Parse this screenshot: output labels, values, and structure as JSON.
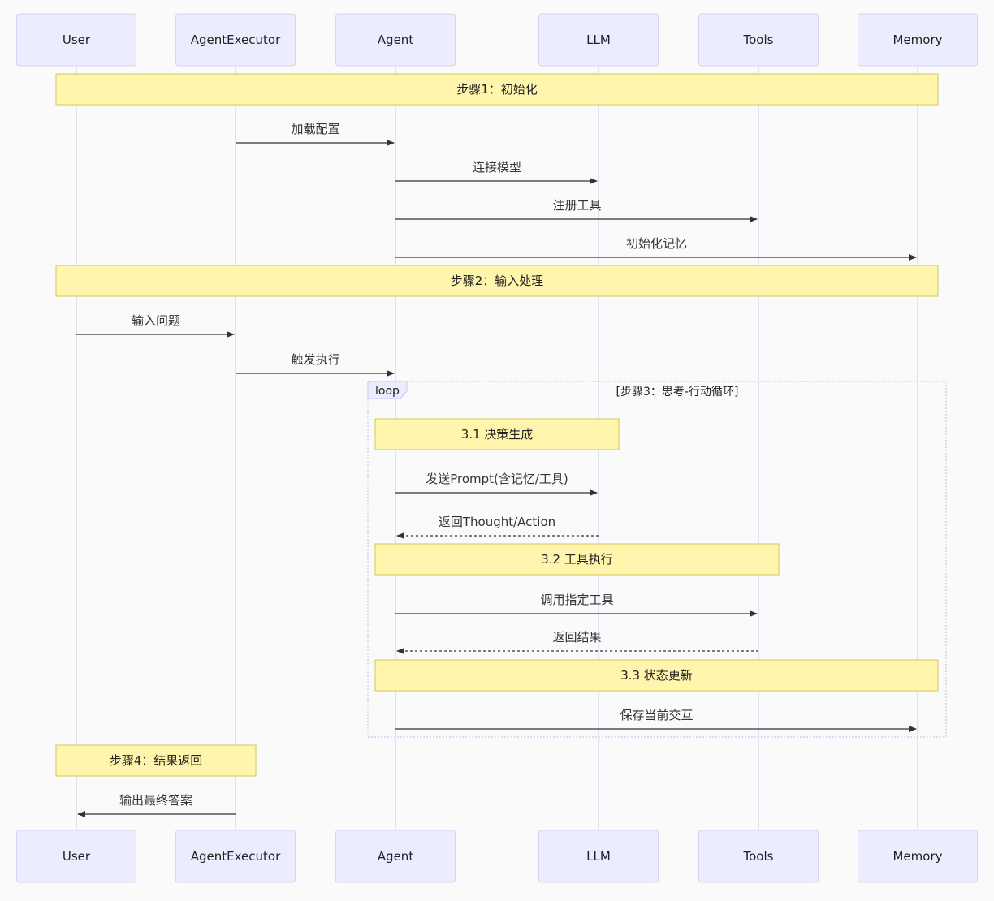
{
  "actors": [
    "User",
    "AgentExecutor",
    "Agent",
    "LLM",
    "Tools",
    "Memory"
  ],
  "events": [
    {
      "kind": "note",
      "from": "User",
      "to": "Memory",
      "text": "步骤1：初始化"
    },
    {
      "kind": "msg",
      "from": "AgentExecutor",
      "to": "Agent",
      "text": "加载配置",
      "style": "solid"
    },
    {
      "kind": "msg",
      "from": "Agent",
      "to": "LLM",
      "text": "连接模型",
      "style": "solid"
    },
    {
      "kind": "msg",
      "from": "Agent",
      "to": "Tools",
      "text": "注册工具",
      "style": "solid"
    },
    {
      "kind": "msg",
      "from": "Agent",
      "to": "Memory",
      "text": "初始化记忆",
      "style": "solid"
    },
    {
      "kind": "note",
      "from": "User",
      "to": "Memory",
      "text": "步骤2：输入处理"
    },
    {
      "kind": "msg",
      "from": "User",
      "to": "AgentExecutor",
      "text": "输入问题",
      "style": "solid"
    },
    {
      "kind": "msg",
      "from": "AgentExecutor",
      "to": "Agent",
      "text": "触发执行",
      "style": "solid"
    },
    {
      "kind": "note",
      "from": "Agent",
      "to": "LLM",
      "text": "3.1 决策生成"
    },
    {
      "kind": "msg",
      "from": "Agent",
      "to": "LLM",
      "text": "发送Prompt(含记忆/工具)",
      "style": "solid"
    },
    {
      "kind": "msg",
      "from": "LLM",
      "to": "Agent",
      "text": "返回Thought/Action",
      "style": "dashed"
    },
    {
      "kind": "note",
      "from": "Agent",
      "to": "Tools",
      "text": "3.2 工具执行"
    },
    {
      "kind": "msg",
      "from": "Agent",
      "to": "Tools",
      "text": "调用指定工具",
      "style": "solid"
    },
    {
      "kind": "msg",
      "from": "Tools",
      "to": "Agent",
      "text": "返回结果",
      "style": "dashed"
    },
    {
      "kind": "note",
      "from": "Agent",
      "to": "Memory",
      "text": "3.3 状态更新"
    },
    {
      "kind": "msg",
      "from": "Agent",
      "to": "Memory",
      "text": "保存当前交互",
      "style": "solid"
    },
    {
      "kind": "note",
      "from": "User",
      "to": "AgentExecutor",
      "text": "步骤4：结果返回"
    },
    {
      "kind": "msg",
      "from": "AgentExecutor",
      "to": "User",
      "text": "输出最终答案",
      "style": "solid"
    }
  ],
  "loop": {
    "label": "loop",
    "title": "[步骤3：思考-行动循环]",
    "from": "Agent",
    "to": "Memory"
  }
}
